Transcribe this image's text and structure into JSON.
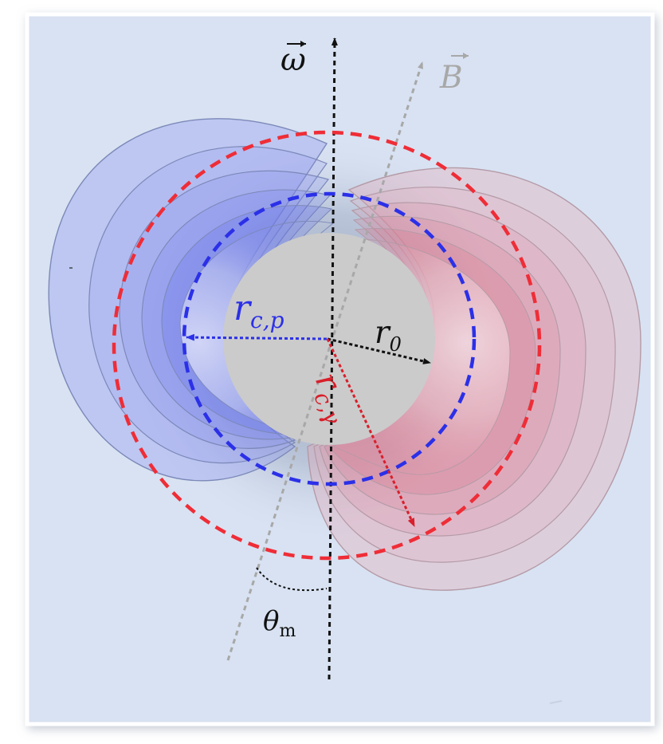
{
  "labels": {
    "omega": "ω",
    "b_field": "B",
    "r_cp_main": "r",
    "r_cp_sub": "c,p",
    "r_0_main": "r",
    "r_0_sub": "0",
    "r_cg_main": "r",
    "r_cg_sub": "c,γ",
    "theta_main": "θ",
    "theta_sub": "m"
  },
  "colors": {
    "panel_background": "#d8e2f2",
    "panel_border": "#ffffff",
    "star": "#cbcbcb",
    "blue_lobe": "#8a93f0",
    "red_lobe": "#e7a7b4",
    "blue_circle": "#2b30e8",
    "red_circle": "#ef2d37",
    "rotation_axis": "#111111",
    "magnetic_axis": "#a8a8a8"
  }
}
